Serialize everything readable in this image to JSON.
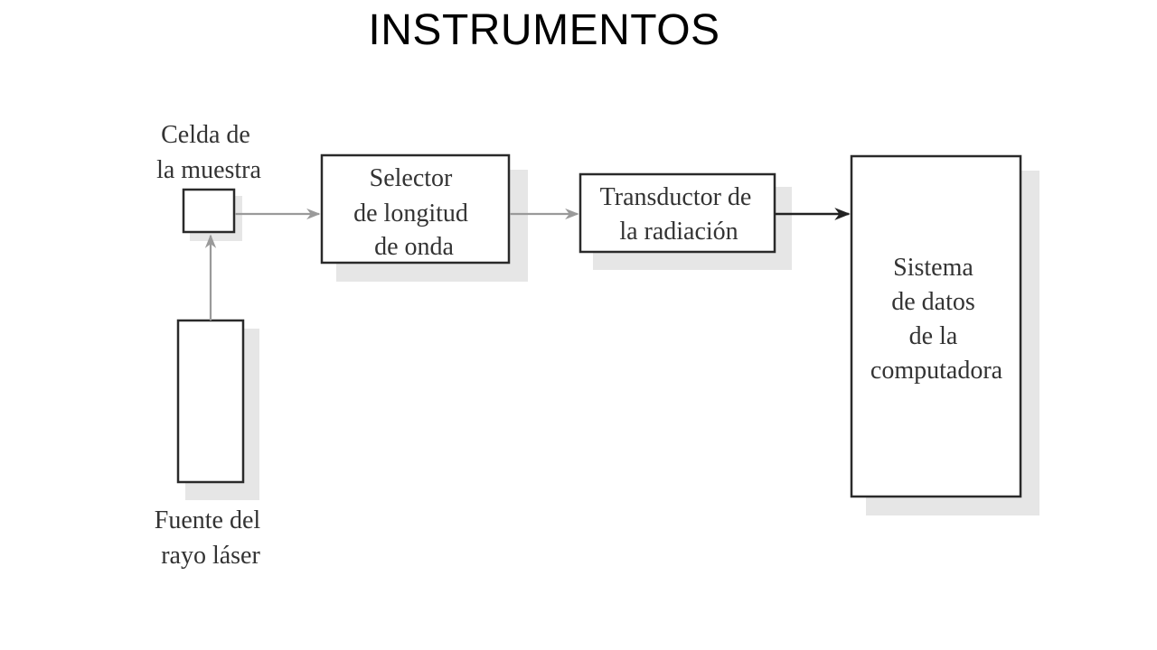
{
  "title": "INSTRUMENTOS",
  "labels": {
    "sample_cell": [
      "Celda de",
      "la muestra"
    ],
    "laser_source": [
      "Fuente del",
      "rayo láser"
    ],
    "wavelength_selector": [
      "Selector",
      "de longitud",
      "de onda"
    ],
    "radiation_transducer": [
      "Transductor de",
      "la radiación"
    ],
    "computer_data_system": [
      "Sistema",
      "de datos",
      "de la",
      "computadora"
    ]
  }
}
